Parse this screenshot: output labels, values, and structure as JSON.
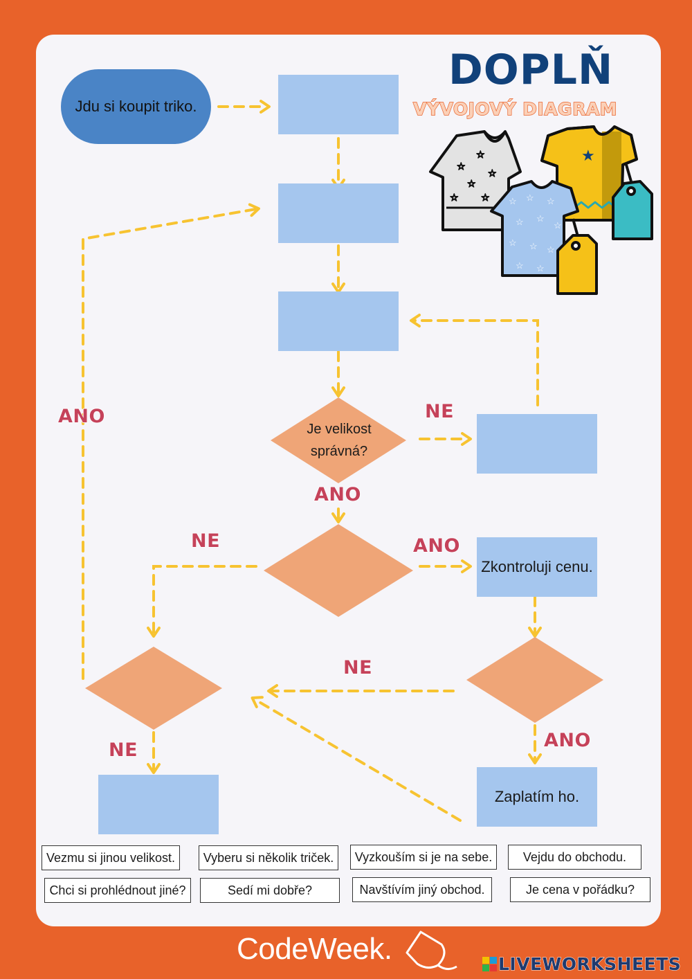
{
  "header": {
    "title": "DOPLŇ",
    "subtitle": "VÝVOJOVÝ DIAGRAM"
  },
  "flow": {
    "start": "Jdu si koupit triko.",
    "diamond_size_question": "Je velikost správná?",
    "box_check_price": "Zkontroluji cenu.",
    "box_pay": "Zaplatím ho.",
    "labels": {
      "ano_left": "ANO",
      "ne_size": "NE",
      "ano_size": "ANO",
      "ne_mid": "NE",
      "ano_mid": "ANO",
      "ne_price": "NE",
      "ano_price": "ANO",
      "ne_bottom": "NE"
    }
  },
  "options": [
    "Vezmu si jinou velikost.",
    "Vyberu si několik triček.",
    "Vyzkouším si je na sebe.",
    "Vejdu do obchodu.",
    "Chci si prohlédnout jiné?",
    "Sedí mi dobře?",
    "Navštívím jiný obchod.",
    "Je cena v pořádku?"
  ],
  "footer": {
    "codeweek": "CodeWeek.",
    "liveworksheets": "LIVEWORKSHEETS"
  },
  "colors": {
    "background": "#e8622a",
    "card": "#f6f5f9",
    "box": "#a5c6ee",
    "diamond": "#efa577",
    "arrow": "#f7c331",
    "start": "#4a84c6",
    "title": "#11417a",
    "label": "#c5425a"
  },
  "icons": [
    "tshirt-gray-icon",
    "tshirt-yellow-icon",
    "tshirt-blue-icon",
    "price-tag-icon"
  ]
}
